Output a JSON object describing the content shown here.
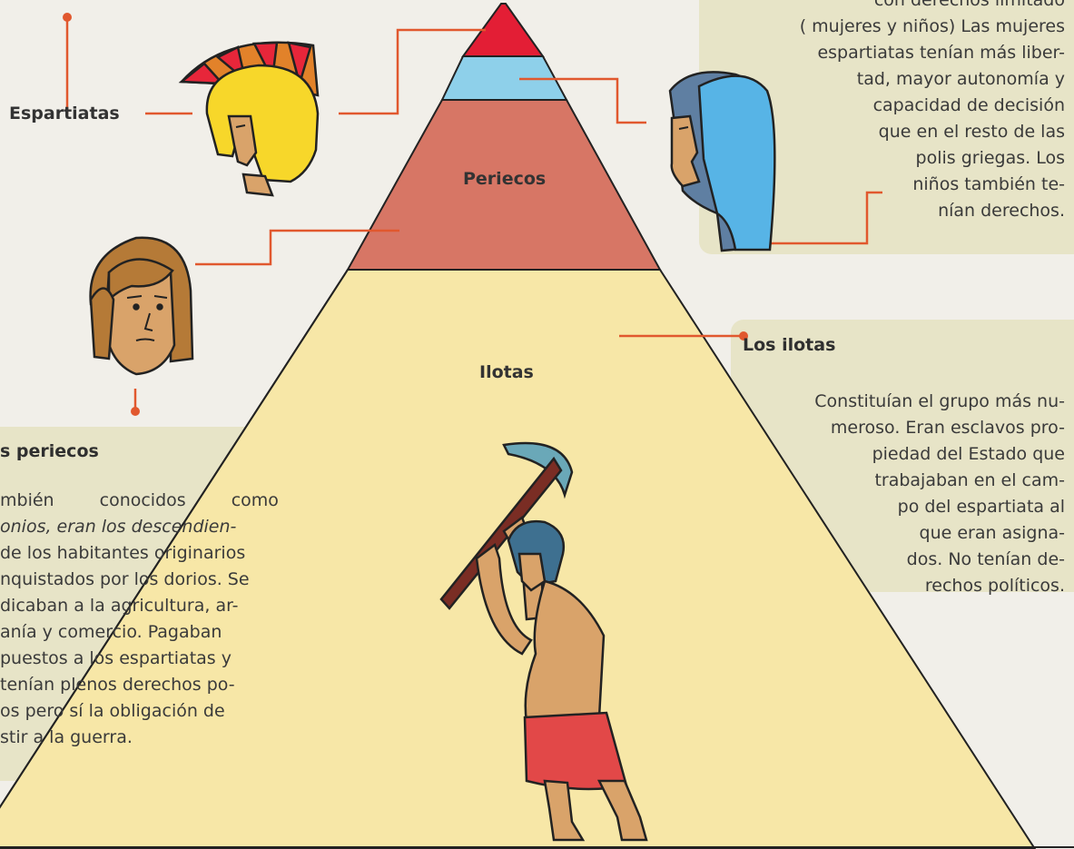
{
  "pyramid": {
    "top_label": "",
    "periecos_label": "Periecos",
    "ilotas_label": "Ilotas",
    "colors": {
      "top": "#e31e35",
      "second": "#8ed0ea",
      "periecos": "#d77665",
      "ilotas": "#f7e7a7",
      "connector": "#e1582e",
      "panel": "#e7e4c7"
    }
  },
  "espartiatas": {
    "label": "Espartiatas",
    "helmet_icon": "hoplite-helmet-icon"
  },
  "women_children": {
    "lines": [
      "con derechos limitado",
      "( mujeres y niños) Las mujeres",
      "espartiatas tenían más liber-",
      "tad, mayor autonomía y",
      "capacidad de decisión",
      "que en el resto de las",
      "polis griegas. Los",
      "niños también te-",
      "nían derechos."
    ],
    "icon": "veiled-woman-icon"
  },
  "periecos": {
    "title": "s periecos",
    "lines": [
      "mbién conocidos como",
      "onios, eran los descendien-",
      "de los habitantes originarios",
      "nquistados por los dorios. Se",
      "dicaban a la agricultura, ar-",
      "anía y comercio. Pagaban",
      "puestos a los espartiatas y",
      "tenían plenos derechos po-",
      "os pero sí la obligación de",
      "stir a la guerra."
    ],
    "icon": "perieco-head-icon"
  },
  "ilotas": {
    "title": "Los ilotas",
    "lines": [
      "Constituían el grupo más nu-",
      "meroso. Eran esclavos pro-",
      "piedad del Estado que",
      "trabajaban en el cam-",
      "po del espartiata al",
      "que eran asigna-",
      "dos. No tenían de-",
      "rechos políticos."
    ],
    "icon": "slave-with-pickaxe-icon"
  }
}
